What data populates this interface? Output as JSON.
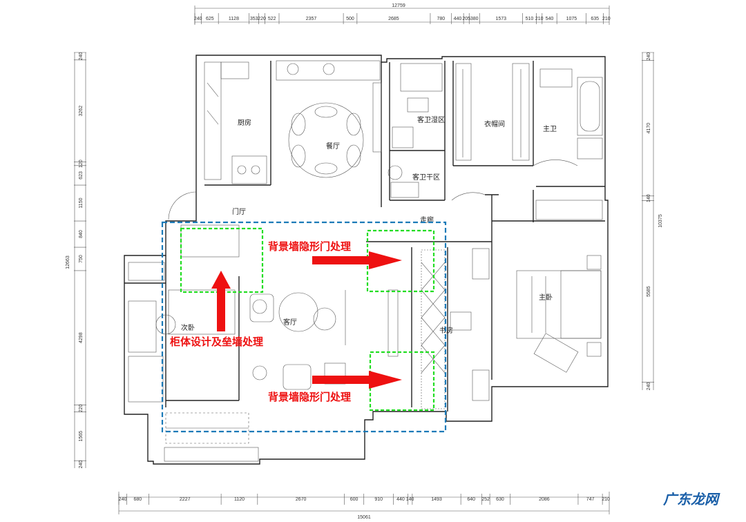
{
  "colors": {
    "wall": "#222222",
    "dimension": "#333333",
    "blue_zone": "#1a7ab8",
    "green_zone": "#22dd22",
    "arrow": "#ee1111",
    "annotation": "#ee1111",
    "watermark": "#1a5fa8"
  },
  "dimensions": {
    "top_total": "12759",
    "top_segments": [
      "240",
      "625",
      "1128",
      "353",
      "220",
      "522",
      "2357",
      "500",
      "2685",
      "780",
      "440",
      "205",
      "380",
      "1573",
      "510",
      "210",
      "540",
      "1075",
      "635",
      "210"
    ],
    "bottom_total": "15061",
    "bottom_segments": [
      "240",
      "680",
      "2227",
      "1120",
      "2670",
      "600",
      "910",
      "440",
      "140",
      "1493",
      "640",
      "252",
      "630",
      "2086",
      "747",
      "210"
    ],
    "left_total": "12663",
    "left_segments": [
      "240",
      "3262",
      "120",
      "623",
      "1150",
      "840",
      "750",
      "4298",
      "220",
      "1565",
      "240"
    ],
    "right_total": "10375",
    "right_segments": [
      "240",
      "4170",
      "140",
      "5585",
      "240"
    ]
  },
  "rooms": {
    "kitchen": "厨房",
    "dining": "餐厅",
    "guest_bath_wet": "客卫湿区",
    "guest_bath_dry": "客卫干区",
    "closet": "衣帽间",
    "master_bath": "主卫",
    "foyer": "门厅",
    "corridor": "走廊",
    "living": "客厅",
    "second_bedroom": "次卧",
    "study": "书房",
    "master_bedroom": "主卧"
  },
  "annotations": {
    "top_right": "背景墙隐形门处理",
    "bottom_right": "背景墙隐形门处理",
    "left": "柜体设计及垒墙处理"
  },
  "watermark": "广东龙网"
}
